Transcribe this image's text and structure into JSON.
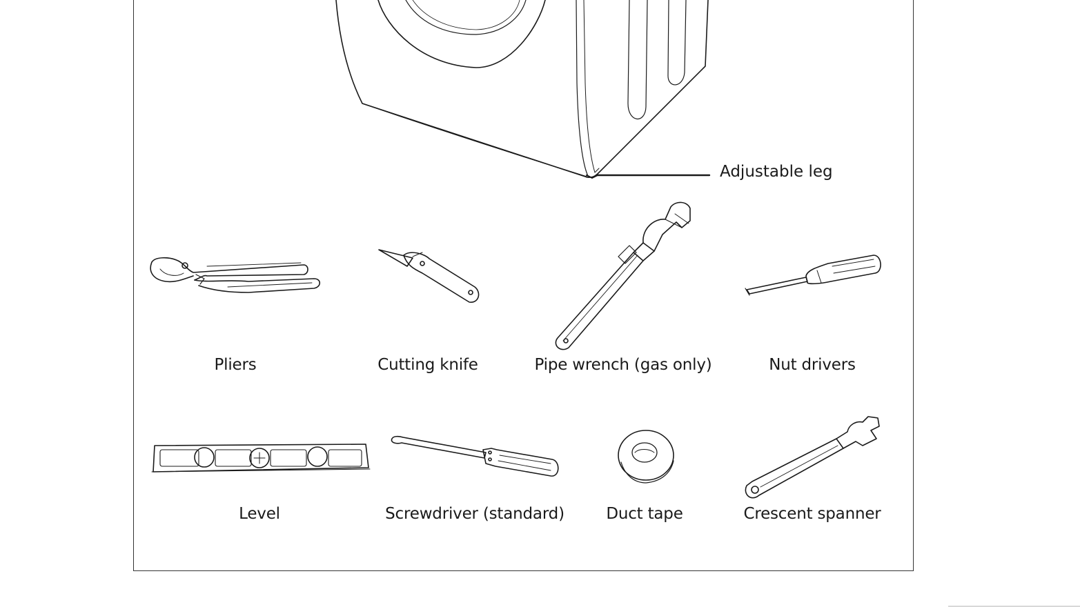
{
  "figure": {
    "callout": "Adjustable leg",
    "tools_row1": [
      "Pliers",
      "Cutting knife",
      "Pipe wrench (gas only)",
      "Nut drivers"
    ],
    "tools_row2": [
      "Level",
      "Screwdriver (standard)",
      "Duct tape",
      "Crescent spanner"
    ]
  },
  "icons": {
    "washer": "washing-machine-illustration",
    "pliers": "pliers-icon",
    "knife": "cutting-knife-icon",
    "pipe_wrench": "pipe-wrench-icon",
    "nut_driver": "nut-driver-icon",
    "level": "spirit-level-icon",
    "screwdriver": "screwdriver-icon",
    "tape": "duct-tape-icon",
    "spanner": "crescent-spanner-icon"
  }
}
